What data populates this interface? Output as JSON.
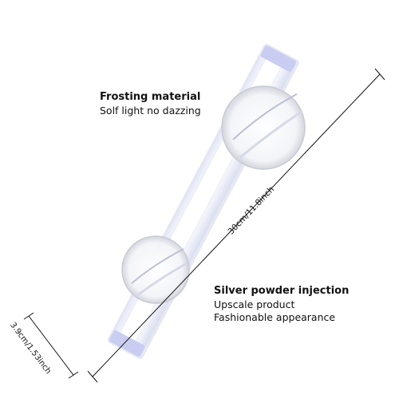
{
  "callouts": {
    "frosting": {
      "title": "Frosting material",
      "subtitle": "Solf light no dazzing"
    },
    "silver": {
      "title": "Silver powder injection",
      "line1": "Upscale product",
      "line2": "Fashionable appearance"
    }
  },
  "dimensions": {
    "length": "30cm/11.8inch",
    "width": "3.9cm/1.53inch"
  },
  "colors": {
    "background": "#ffffff",
    "text": "#111111",
    "bar_body": "#f2f4fb",
    "end_cap": "#c9cdf2",
    "magnifier_edge": "#c8cbd4"
  }
}
